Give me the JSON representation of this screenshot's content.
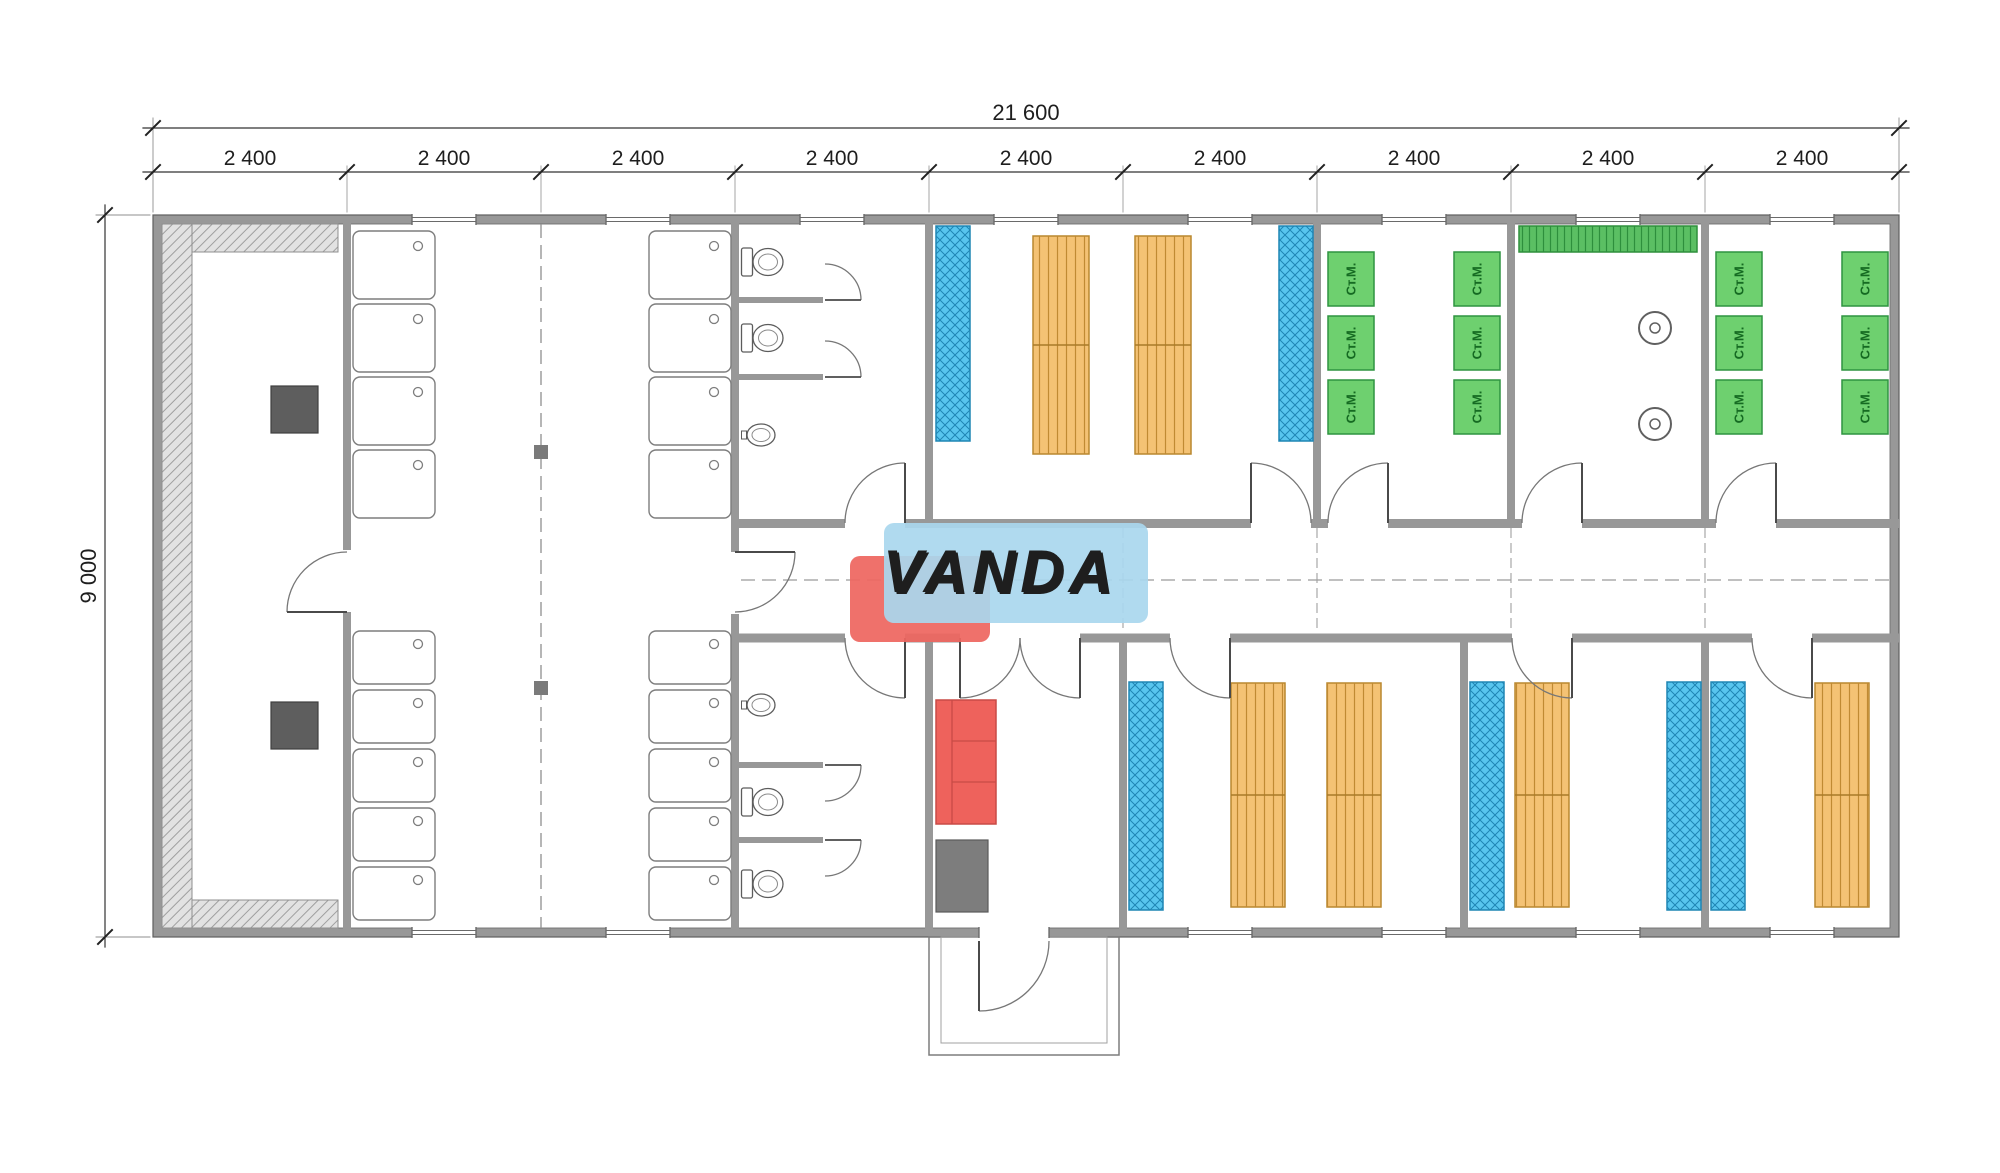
{
  "dimensions": {
    "total_width": "21 600",
    "building_height": "9 000",
    "modules": [
      "2 400",
      "2 400",
      "2 400",
      "2 400",
      "2 400",
      "2 400",
      "2 400",
      "2 400",
      "2 400"
    ]
  },
  "watermark": {
    "text": "VANDA",
    "panel_red": "#ee6660",
    "panel_blue": "#a9d7ee",
    "text_color": "#ffffff"
  },
  "equipment": {
    "washing_machine_label": "Ст.М."
  },
  "colors": {
    "wall": "#989898",
    "wall_edge": "#5f5f5f",
    "wardrobe_blue": "#58c5ee",
    "bed_orange": "#f4c274",
    "washer_green": "#6ed06f",
    "bench_green": "#5bbf63",
    "sofa_red": "#ee625c",
    "dark_unit": "#5e5e5e",
    "hatch_gray": "#e2e2e2"
  }
}
